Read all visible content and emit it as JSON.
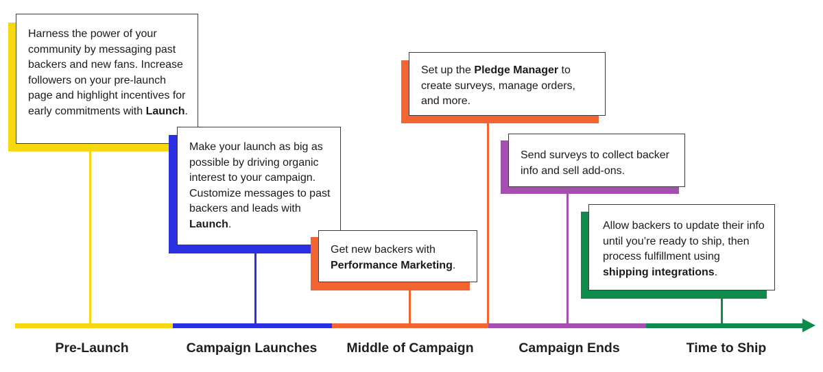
{
  "colors": {
    "pre_launch": "#f7d80f",
    "campaign_launches": "#2b2fe2",
    "middle_of_campaign": "#f26430",
    "campaign_ends": "#a54fb0",
    "time_to_ship": "#0e8a4a"
  },
  "stages": [
    {
      "label": "Pre-Launch"
    },
    {
      "label": "Campaign Launches"
    },
    {
      "label": "Middle of Campaign"
    },
    {
      "label": "Campaign Ends"
    },
    {
      "label": "Time to Ship"
    }
  ],
  "cards": {
    "pre_launch": {
      "text_before": "Harness the power of your community by messaging past backers and new fans. Increase followers on your pre-launch page and highlight incentives for early commitments with ",
      "bold": "Launch",
      "text_after": "."
    },
    "campaign_launches": {
      "text_before": "Make your launch as big as possible by driving organic interest to your campaign. Customize messages to past backers and leads with ",
      "bold": "Launch",
      "text_after": "."
    },
    "middle_of_campaign": {
      "text_before": "Get new backers with ",
      "bold": "Performance Marketing",
      "text_after": "."
    },
    "pledge_manager": {
      "text_before": "Set up the ",
      "bold": "Pledge Manager",
      "text_after": " to create surveys, manage orders, and more."
    },
    "campaign_ends": {
      "text_before": "Send surveys to collect backer info and sell add-ons.",
      "bold": "",
      "text_after": ""
    },
    "time_to_ship": {
      "text_before": "Allow backers to update their info until you’re ready to ship, then process fulfillment using ",
      "bold": "shipping integrations",
      "text_after": "."
    }
  }
}
